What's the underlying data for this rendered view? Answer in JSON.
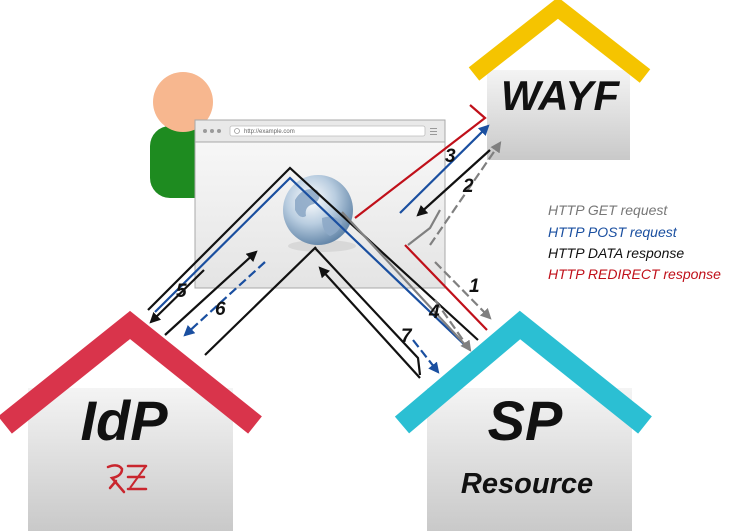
{
  "nodes": {
    "wayf": {
      "label": "WAYF",
      "roof_color": "#f5c400"
    },
    "idp": {
      "label": "IdP",
      "logo_text": "RE",
      "roof_color": "#d9344b",
      "logo_color": "#c9262e"
    },
    "sp": {
      "label": "SP",
      "sublabel": "Resource",
      "roof_color": "#2bbfd3"
    }
  },
  "browser": {
    "url": "http://example.com"
  },
  "steps": [
    "1",
    "2",
    "3",
    "4",
    "5",
    "6",
    "7"
  ],
  "legend": [
    {
      "text": "HTTP GET request",
      "color": "#777777"
    },
    {
      "text": "HTTP POST request",
      "color": "#1a4fa0"
    },
    {
      "text": "HTTP DATA response",
      "color": "#111111"
    },
    {
      "text": "HTTP REDIRECT response",
      "color": "#c0101a"
    }
  ],
  "colors": {
    "get": "#808080",
    "post": "#1a4fa0",
    "data": "#111111",
    "redirect": "#c0101a",
    "house_body": "#d4d4d4",
    "user_head": "#f7b78f",
    "user_body": "#1e8b20"
  }
}
